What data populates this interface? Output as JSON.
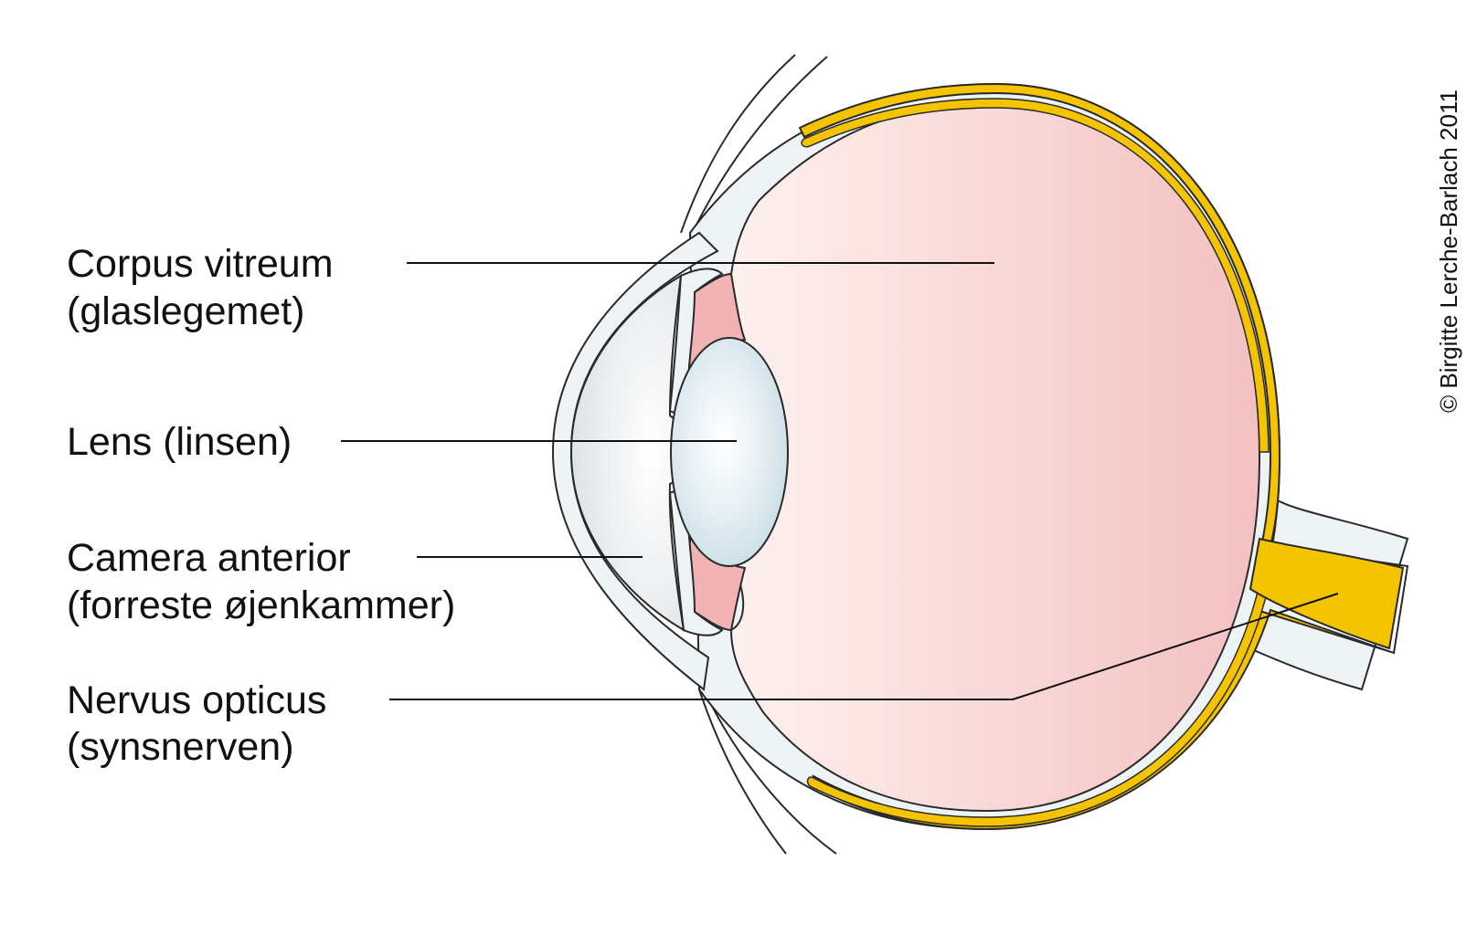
{
  "labels": {
    "corpus_vitreum": {
      "line1": "Corpus vitreum",
      "line2": "(glaslegemet)"
    },
    "lens": {
      "line1": "Lens (linsen)"
    },
    "camera_anterior": {
      "line1": "Camera anterior",
      "line2": "(forreste øjenkammer)"
    },
    "nervus_opticus": {
      "line1": "Nervus opticus",
      "line2": "(synsnerven)"
    }
  },
  "copyright": "© Birgitte Lerche-Barlach 2011",
  "colors": {
    "sclera": "#eef3f6",
    "vitreous_light": "#fdf0ec",
    "vitreous_dark": "#f4c2c2",
    "retina": "#f5c400",
    "ciliary": "#f1b3b3",
    "lens": "#dceaf1",
    "cornea": "#e9ecef",
    "outline": "#2a2a2a"
  }
}
